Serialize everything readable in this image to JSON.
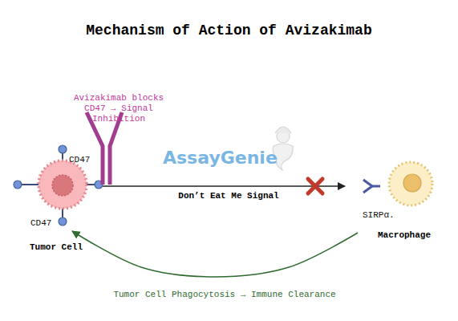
{
  "diagram": {
    "title": "Mechanism of Action of Avizakimab",
    "nodes": [
      {
        "text": [
          "Tumor Cell"
        ]
      },
      {
        "text": [
          "Macrophage"
        ]
      }
    ],
    "edges": [
      {
        "from": 0,
        "to": 1,
        "arrow": "to",
        "label": "Don’t Eat Me Signal"
      },
      {
        "from": 1,
        "to": 0,
        "arrow": "to",
        "label": "Tumor Cell Phagocytosis → Immune Clearance"
      }
    ],
    "labels": [
      "Avizakimab blocks CD47 → Signal Inhibition",
      "CD47",
      "CD47",
      "AssayGenie",
      "SIRPα."
    ]
  }
}
